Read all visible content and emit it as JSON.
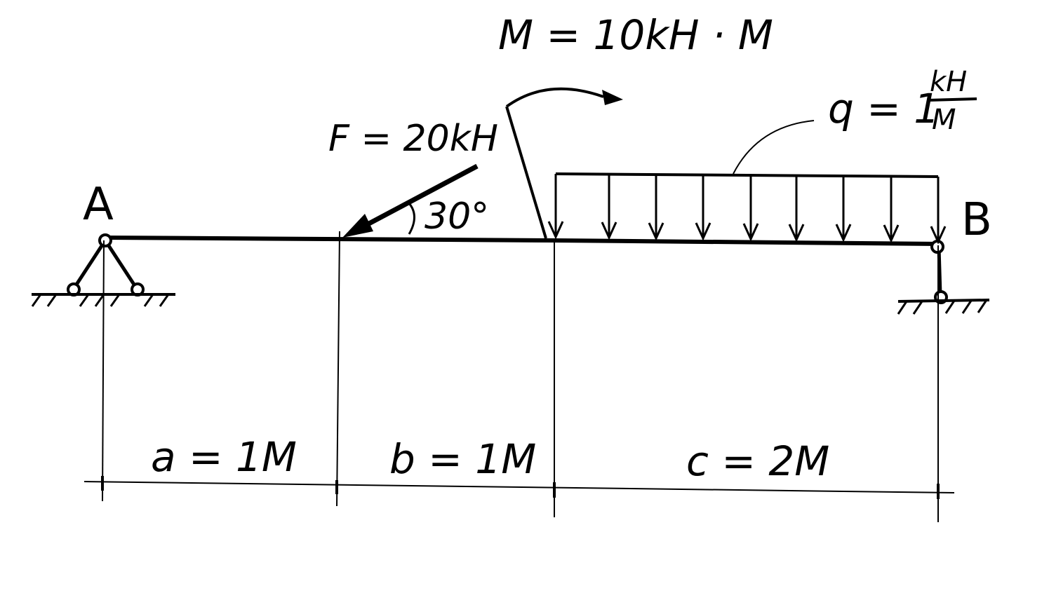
{
  "diagram": {
    "points": {
      "a": "A",
      "b": "B"
    },
    "force": {
      "label": "F = 20kH",
      "angle_label": "30°"
    },
    "moment": {
      "label": "M = 10kH · M"
    },
    "distributed_load": {
      "label_prefix": "q = 1",
      "unit_num": "kH",
      "unit_den": "M"
    },
    "dimensions": {
      "a": "a = 1M",
      "b": "b = 1M",
      "c": "c = 2M"
    },
    "colors": {
      "ink": "#000000",
      "background": "#ffffff"
    }
  }
}
